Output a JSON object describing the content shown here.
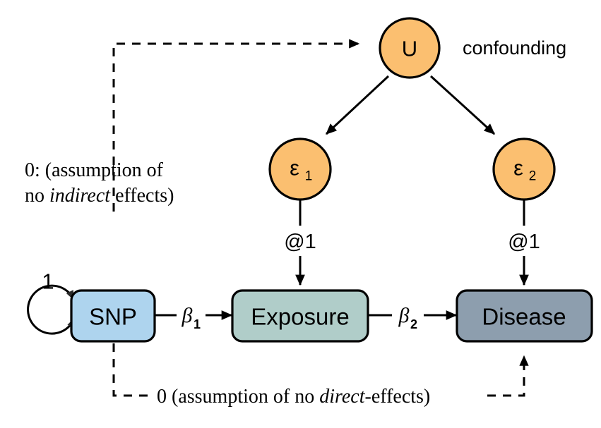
{
  "diagram": {
    "title": "Mendelian randomization path diagram",
    "background": "#ffffff",
    "colors": {
      "snp_fill": "#aed4ee",
      "exposure_fill": "#b0cdc9",
      "disease_fill": "#8d9eae",
      "circle_fill": "#fbbf70",
      "stroke": "#000000"
    },
    "boxes": [
      {
        "id": "snp",
        "label": "SNP",
        "fill": "#aed4ee"
      },
      {
        "id": "exposure",
        "label": "Exposure",
        "fill": "#b0cdc9"
      },
      {
        "id": "disease",
        "label": "Disease",
        "fill": "#8d9eae"
      }
    ],
    "circles": [
      {
        "id": "u",
        "label": "U",
        "sub": "",
        "fill": "#fbbf70"
      },
      {
        "id": "eps1",
        "label": "ε",
        "sub": "1",
        "fill": "#fbbf70"
      },
      {
        "id": "eps2",
        "label": "ε",
        "sub": "2",
        "fill": "#fbbf70"
      }
    ],
    "edge_labels": {
      "beta1": "β",
      "beta1_sub": "1",
      "beta2": "β",
      "beta2_sub": "2",
      "at_one_left": "@1",
      "at_one_right": "@1",
      "self_loop": "1"
    },
    "annotations": {
      "confounding": "confounding",
      "indirect_line1": "0: (assumption of",
      "indirect_line2_prefix": "no ",
      "indirect_line2_italic": "indirect",
      "indirect_line2_suffix": " effects)",
      "direct_prefix": "0 (assumption of no ",
      "direct_italic": "direct",
      "direct_suffix": "-effects)"
    }
  }
}
